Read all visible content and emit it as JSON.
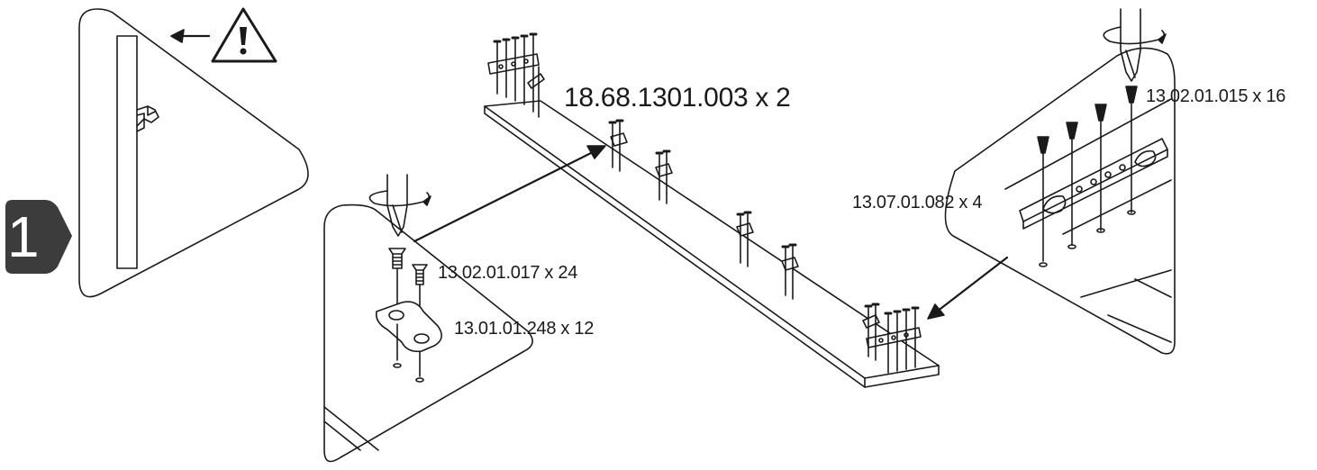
{
  "step": {
    "number": "1"
  },
  "parts": {
    "hinge_plate": "18.68.1301.003 x 2",
    "screw_top_right": "13.02.01.015 x 16",
    "bracket": "13.07.01.082 x 4",
    "screw_left": "13.02.01.017 x 24",
    "connector": "13.01.01.248 x 12"
  },
  "colors": {
    "line": "#1a1a1a",
    "step_badge": "#3c3c3c",
    "background": "#ffffff"
  },
  "icons": [
    "warning-triangle-icon",
    "screwdriver-icon",
    "rotation-arrow-icon"
  ]
}
